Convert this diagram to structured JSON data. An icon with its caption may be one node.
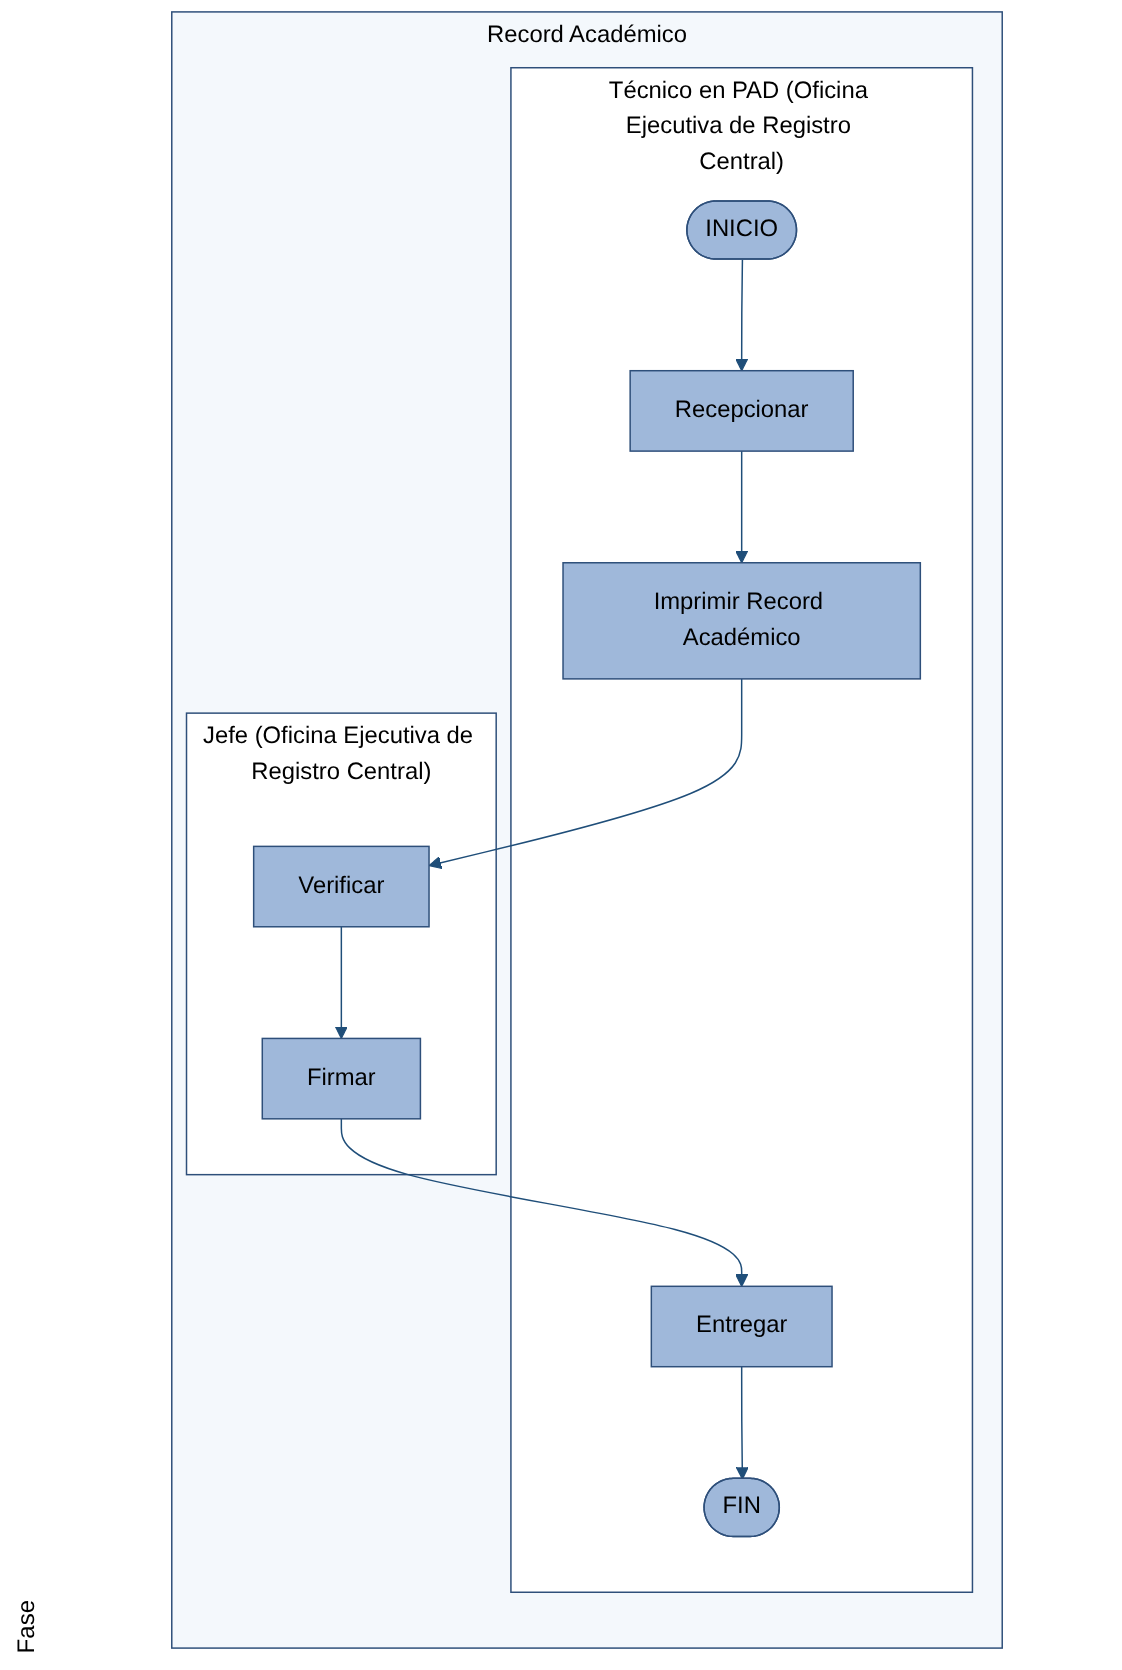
{
  "diagram": {
    "nodes": [
      {
        "text": [
          "Record Académico"
        ]
      },
      {
        "text": [
          "Técnico en PAD (Oficina Ejecutiva de Registro Central)"
        ],
        "in": 0
      },
      {
        "text": [
          "Jefe (Oficina Ejecutiva de Registro Central)"
        ],
        "in": 0
      },
      {
        "text": [
          "INICIO"
        ],
        "in": 1
      },
      {
        "text": [
          "Recepcionar"
        ],
        "in": 1
      },
      {
        "text": [
          "Imprimir Record Académico"
        ],
        "in": 1
      },
      {
        "text": [
          "Verificar"
        ],
        "in": 2
      },
      {
        "text": [
          "Firmar"
        ],
        "in": 2
      },
      {
        "text": [
          "Entregar"
        ],
        "in": 1
      },
      {
        "text": [
          "FIN"
        ],
        "in": 1
      }
    ],
    "edges": [
      {
        "from": 3,
        "to": 4,
        "arrow": "to"
      },
      {
        "from": 4,
        "to": 5,
        "arrow": "to"
      },
      {
        "from": 5,
        "to": 6,
        "arrow": "to"
      },
      {
        "from": 6,
        "to": 7,
        "arrow": "to"
      },
      {
        "from": 7,
        "to": 8,
        "arrow": "to"
      },
      {
        "from": 8,
        "to": 9,
        "arrow": "to"
      }
    ],
    "labels": [
      "Fase"
    ]
  }
}
